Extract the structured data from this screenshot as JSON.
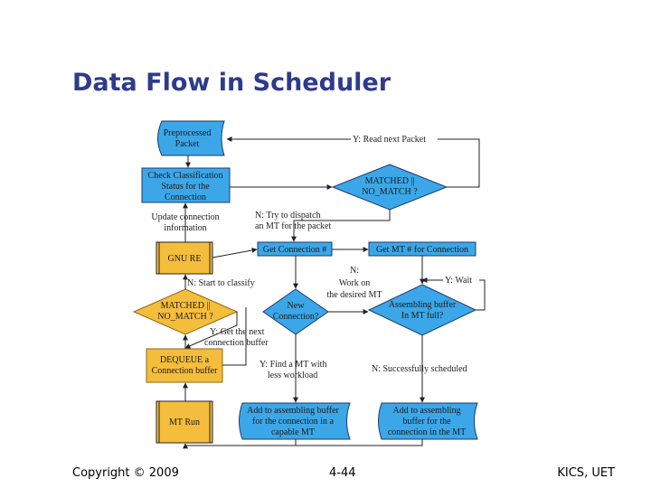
{
  "slide": {
    "title": "Data Flow in Scheduler",
    "footer_left": "Copyright © 2009",
    "footer_center": "4-44",
    "footer_right": "KICS, UET"
  },
  "colors": {
    "blue_fill": "#3ba7e8",
    "yellow_fill": "#f5bd3c",
    "box_stroke": "#1d3a6e",
    "title": "#2e3b8c"
  },
  "nodes": {
    "preprocessed": [
      "Preprocessed",
      "Packet"
    ],
    "check_class": [
      "Check Classification",
      "Status  for the",
      "Connection"
    ],
    "matched_right": [
      "MATCHED ||",
      "NO_MATCH ?"
    ],
    "update_conn": [
      "Update connection",
      "information"
    ],
    "gnu_re": [
      "GNU RE"
    ],
    "get_conn": [
      "Get Connection #"
    ],
    "get_mt": [
      "Get MT # for Connection"
    ],
    "matched_left": [
      "MATCHED ||",
      "NO_MATCH ?"
    ],
    "new_conn": [
      "New",
      "Connection?"
    ],
    "asm_full": [
      "Assembling buffer",
      "In MT full?"
    ],
    "dequeue": [
      "DEQUEUE a",
      "Connection buffer"
    ],
    "mt_run": [
      "MT Run"
    ],
    "add_capable": [
      "Add to assembling buffer",
      "for the connection in a",
      "capable MT"
    ],
    "add_in_mt": [
      "Add to assembling",
      "buffer for the",
      "connection in the MT"
    ]
  },
  "edge_labels": {
    "read_next": [
      "Y: Read next Packet"
    ],
    "try_dispatch": [
      "N: Try to dispatch",
      "an MT for the packet"
    ],
    "start_classify": [
      "N: Start to classify"
    ],
    "work_on": [
      "N:",
      "Work on",
      "the desired MT"
    ],
    "wait": [
      "Y: Wait"
    ],
    "get_next": [
      "Y: Get the next",
      "connection buffer"
    ],
    "find_mt": [
      "Y: Find a MT with",
      "less workload"
    ],
    "success": [
      "N: Successfully scheduled"
    ]
  }
}
